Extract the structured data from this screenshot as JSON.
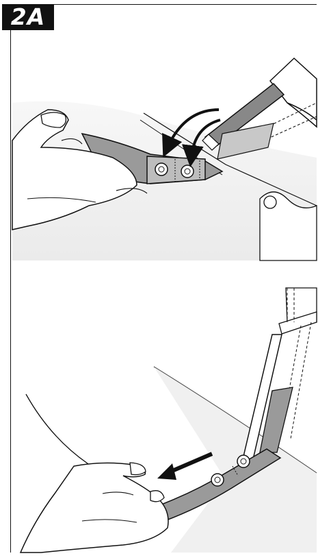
{
  "figure": {
    "step_label": "2A",
    "panels": [
      {
        "id": "top",
        "icon": "strap-fold-arrows-illustration"
      },
      {
        "id": "bottom",
        "icon": "strap-pull-arrow-illustration"
      }
    ],
    "colors": {
      "ink": "#111111",
      "strap_gray": "#9a9a9a",
      "shade": "#dcdcdc",
      "background": "#ffffff"
    }
  }
}
